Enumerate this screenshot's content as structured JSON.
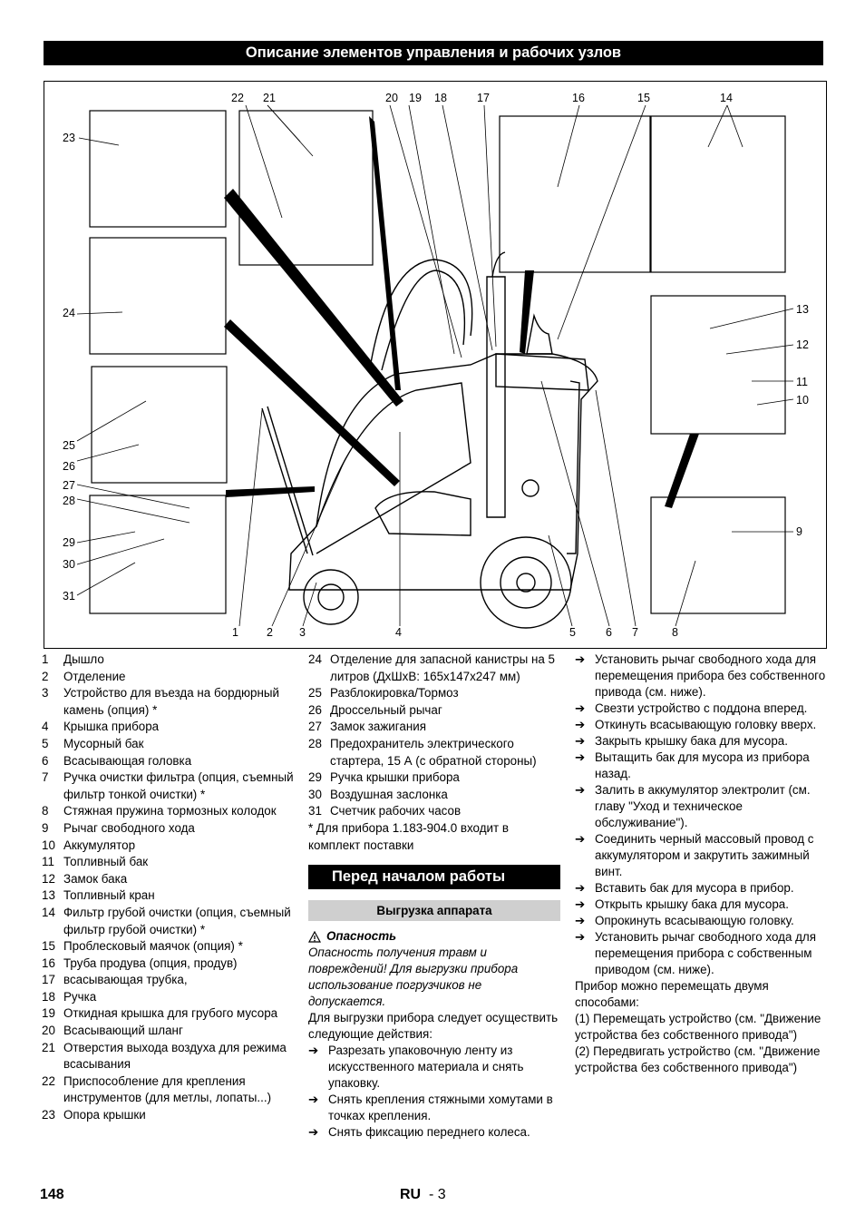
{
  "header": {
    "title": "Описание элементов управления и рабочих узлов"
  },
  "figure": {
    "callouts": [
      "1",
      "2",
      "3",
      "4",
      "5",
      "6",
      "7",
      "8",
      "9",
      "10",
      "11",
      "12",
      "13",
      "14",
      "15",
      "16",
      "17",
      "18",
      "19",
      "20",
      "21",
      "22",
      "23",
      "24",
      "25",
      "26",
      "27",
      "28",
      "29",
      "30",
      "31"
    ]
  },
  "legend": [
    {
      "num": "1",
      "text": "Дышло"
    },
    {
      "num": "2",
      "text": "Отделение"
    },
    {
      "num": "3",
      "text": "Устройство для въезда на бордюрный камень (опция) *"
    },
    {
      "num": "4",
      "text": "Крышка прибора"
    },
    {
      "num": "5",
      "text": "Мусорный бак"
    },
    {
      "num": "6",
      "text": "Всасывающая головка"
    },
    {
      "num": "7",
      "text": "Ручка очистки фильтра (опция, съемный фильтр тонкой очистки) *"
    },
    {
      "num": "8",
      "text": "Стяжная пружина тормозных колодок"
    },
    {
      "num": "9",
      "text": "Рычаг свободного хода"
    },
    {
      "num": "10",
      "text": "Аккумулятор"
    },
    {
      "num": "11",
      "text": "Топливный бак"
    },
    {
      "num": "12",
      "text": "Замок бака"
    },
    {
      "num": "13",
      "text": "Топливный кран"
    },
    {
      "num": "14",
      "text": "Фильтр грубой очистки (опция, съемный фильтр грубой очистки) *"
    },
    {
      "num": "15",
      "text": "Проблесковый маячок (опция) *"
    },
    {
      "num": "16",
      "text": "Труба продува (опция, продув)"
    },
    {
      "num": "17",
      "text": "всасывающая трубка,"
    },
    {
      "num": "18",
      "text": "Ручка"
    },
    {
      "num": "19",
      "text": "Откидная крышка для грубого мусора"
    },
    {
      "num": "20",
      "text": "Всасывающий шланг"
    },
    {
      "num": "21",
      "text": "Отверстия выхода воздуха для режима всасывания"
    },
    {
      "num": "22",
      "text": "Приспособление для крепления инструментов (для метлы, лопаты...)"
    },
    {
      "num": "23",
      "text": "Опора крышки"
    },
    {
      "num": "24",
      "text": "Отделение для запасной канистры на 5 литров (ДхШхВ: 165x147x247 мм)"
    },
    {
      "num": "25",
      "text": "Разблокировка/Тормоз"
    },
    {
      "num": "26",
      "text": "Дроссельный рычаг"
    },
    {
      "num": "27",
      "text": "Замок зажигания"
    },
    {
      "num": "28",
      "text": "Предохранитель электрического стартера, 15 А (с обратной стороны)"
    },
    {
      "num": "29",
      "text": "Ручка крышки прибора"
    },
    {
      "num": "30",
      "text": "Воздушная заслонка"
    },
    {
      "num": "31",
      "text": "Счетчик рабочих часов"
    }
  ],
  "footnote": "* Для прибора 1.183-904.0 входит в комплект поставки",
  "section2": {
    "title": "Перед началом работы",
    "subtitle": "Выгрузка аппарата",
    "warning_title": "Опасность",
    "warning_text": "Опасность получения травм и повреждений! Для выгрузки прибора использование погрузчиков не допускается.",
    "intro": "Для выгрузки прибора следует осуществить следующие действия:",
    "steps_col2": [
      "Разрезать упаковочную ленту из искусственного материала и снять упаковку.",
      "Снять крепления стяжными хомутами в точках крепления.",
      "Снять фиксацию переднего колеса."
    ],
    "steps_col3": [
      "Установить рычаг свободного хода для перемещения прибора без собственного привода (см. ниже).",
      "Свезти устройство с поддона вперед.",
      "Откинуть всасывающую головку вверх.",
      "Закрыть крышку бака для мусора.",
      "Вытащить бак для мусора из прибора назад.",
      "Залить в аккумулятор электролит (см. главу \"Уход и техническое обслуживание\").",
      "Соединить черный массовый провод с аккумулятором и закрутить зажимный винт.",
      "Вставить бак для мусора в прибор.",
      "Открыть крышку бака для мусора.",
      "Опрокинуть всасывающую головку.",
      "Установить рычаг свободного хода для перемещения прибора с собственным приводом (см. ниже)."
    ],
    "move_intro": "Прибор можно перемещать двумя способами:",
    "move_options": [
      "(1) Перемещать устройство (см. \"Движение устройства без собственного привода\")",
      "(2) Передвигать устройство (см. \"Движение устройства без собственного привода\")"
    ]
  },
  "footer": {
    "page_number": "148",
    "lang": "RU",
    "section_page": "- 3"
  }
}
